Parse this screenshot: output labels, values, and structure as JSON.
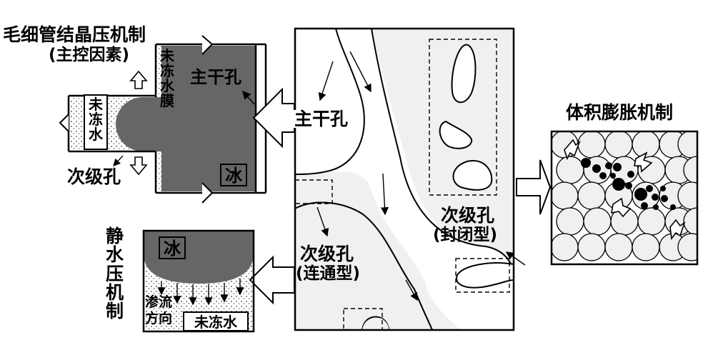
{
  "colors": {
    "ice": "#666666",
    "pore_fill": "#f0f0f0",
    "line": "#000000",
    "background": "#ffffff"
  },
  "capillary": {
    "title": "毛细管结晶压机制",
    "subtitle": "(主控因素)",
    "unfrozen_film_chars": [
      "未",
      "冻",
      "水",
      "膜"
    ],
    "main_pore": "主干孔",
    "unfrozen_water_chars": [
      "未",
      "冻",
      "水"
    ],
    "secondary_pore": "次级孔",
    "ice": "冰"
  },
  "hydrostatic": {
    "title_chars": [
      "静",
      "水",
      "压",
      "机",
      "制"
    ],
    "ice": "冰",
    "seepage_lines": [
      "渗流",
      "方向"
    ],
    "unfrozen_water": "未冻水"
  },
  "center": {
    "main_pore": "主干孔",
    "secondary_open": "次级孔",
    "secondary_open_type": "(连通型)",
    "secondary_closed": "次级孔",
    "secondary_closed_type": "(封闭型)"
  },
  "volume": {
    "title": "体积膨胀机制"
  }
}
